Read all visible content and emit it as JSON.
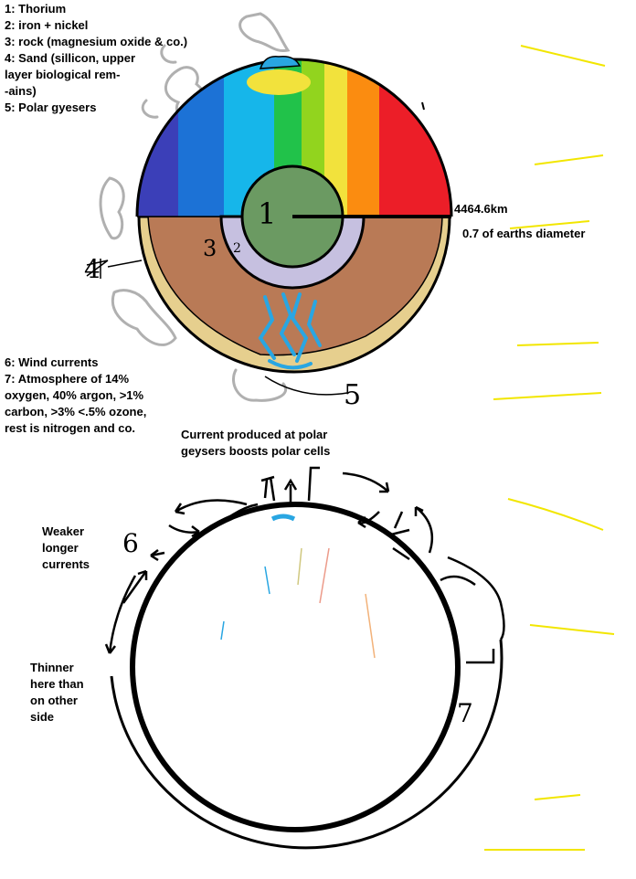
{
  "legend_top": {
    "item1": "1: Thorium",
    "item2": "2: iron + nickel",
    "item3": "3: rock (magnesium oxide & co.)",
    "item4": "4: Sand (sillicon, upper\nlayer biological rem-\n-ains)",
    "item5": "5: Polar gyesers"
  },
  "legend_bottom": {
    "item6": "6: Wind currents",
    "item7": "7: Atmosphere of 14%\noxygen, 40% argon, >1%\ncarbon, >3% <.5% ozone,\nrest is nitrogen and co."
  },
  "measurements": {
    "radius": "4464.6km",
    "ratio": "0.7 of earths diameter"
  },
  "layer_numbers": {
    "n1": "1",
    "n2": "2",
    "n3": "3",
    "n4": "4",
    "n5": "5",
    "n6": "6",
    "n7": "7"
  },
  "annotations": {
    "current_note": "Current produced at polar\ngeysers boosts polar cells",
    "weaker_note": "Weaker\nlonger\ncurrents",
    "thinner_note": "Thinner\nhere than\non other\nside"
  },
  "colors": {
    "core": "#6b9a62",
    "outer_core": "#c6c0e0",
    "mantle": "#b97a56",
    "sand": "#e6cf8e",
    "geyser": "#29a6e2",
    "clouds": "#b0b0b0",
    "sun_rays": "#f2e600"
  }
}
